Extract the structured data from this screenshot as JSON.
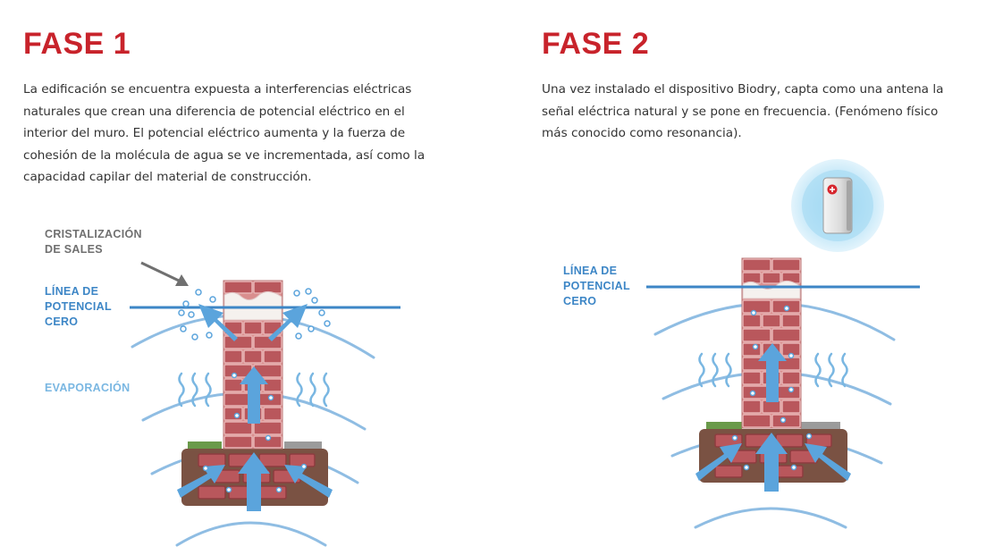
{
  "colors": {
    "title_red": "#c8232b",
    "body_text": "#333333",
    "label_grey": "#707070",
    "label_blue": "#3d86c6",
    "label_light_blue": "#7ab7e2",
    "brick": "#b9575c",
    "brick_light": "#d98e8e",
    "soil": "#7a5243",
    "grass": "#6a9a4a",
    "arrow_blue": "#5ba4dc"
  },
  "phase1": {
    "title": "FASE 1",
    "description": "La edificación se encuentra expuesta a interferencias eléctricas naturales que crean una diferencia de potencial eléctrico en el interior del muro. El potencial eléctrico aumenta y la fuerza de cohesión de la molécula de agua se ve incrementada, así como la capacidad capilar del material de construcción.",
    "labels": {
      "salts_line1": "CRISTALIZACIÓN",
      "salts_line2": "DE SALES",
      "zero_line1": "LÍNEA DE",
      "zero_line2": "POTENCIAL",
      "zero_line3": "CERO",
      "evaporation": "EVAPORACIÓN"
    }
  },
  "phase2": {
    "title": "FASE 2",
    "description": "Una vez instalado el dispositivo Biodry, capta como una antena la señal eléctrica natural y se pone en frecuencia. (Fenómeno físico más conocido como resonancia).",
    "labels": {
      "zero_line1": "LÍNEA DE",
      "zero_line2": "POTENCIAL",
      "zero_line3": "CERO"
    },
    "device_icon": "biodry-device-icon"
  }
}
